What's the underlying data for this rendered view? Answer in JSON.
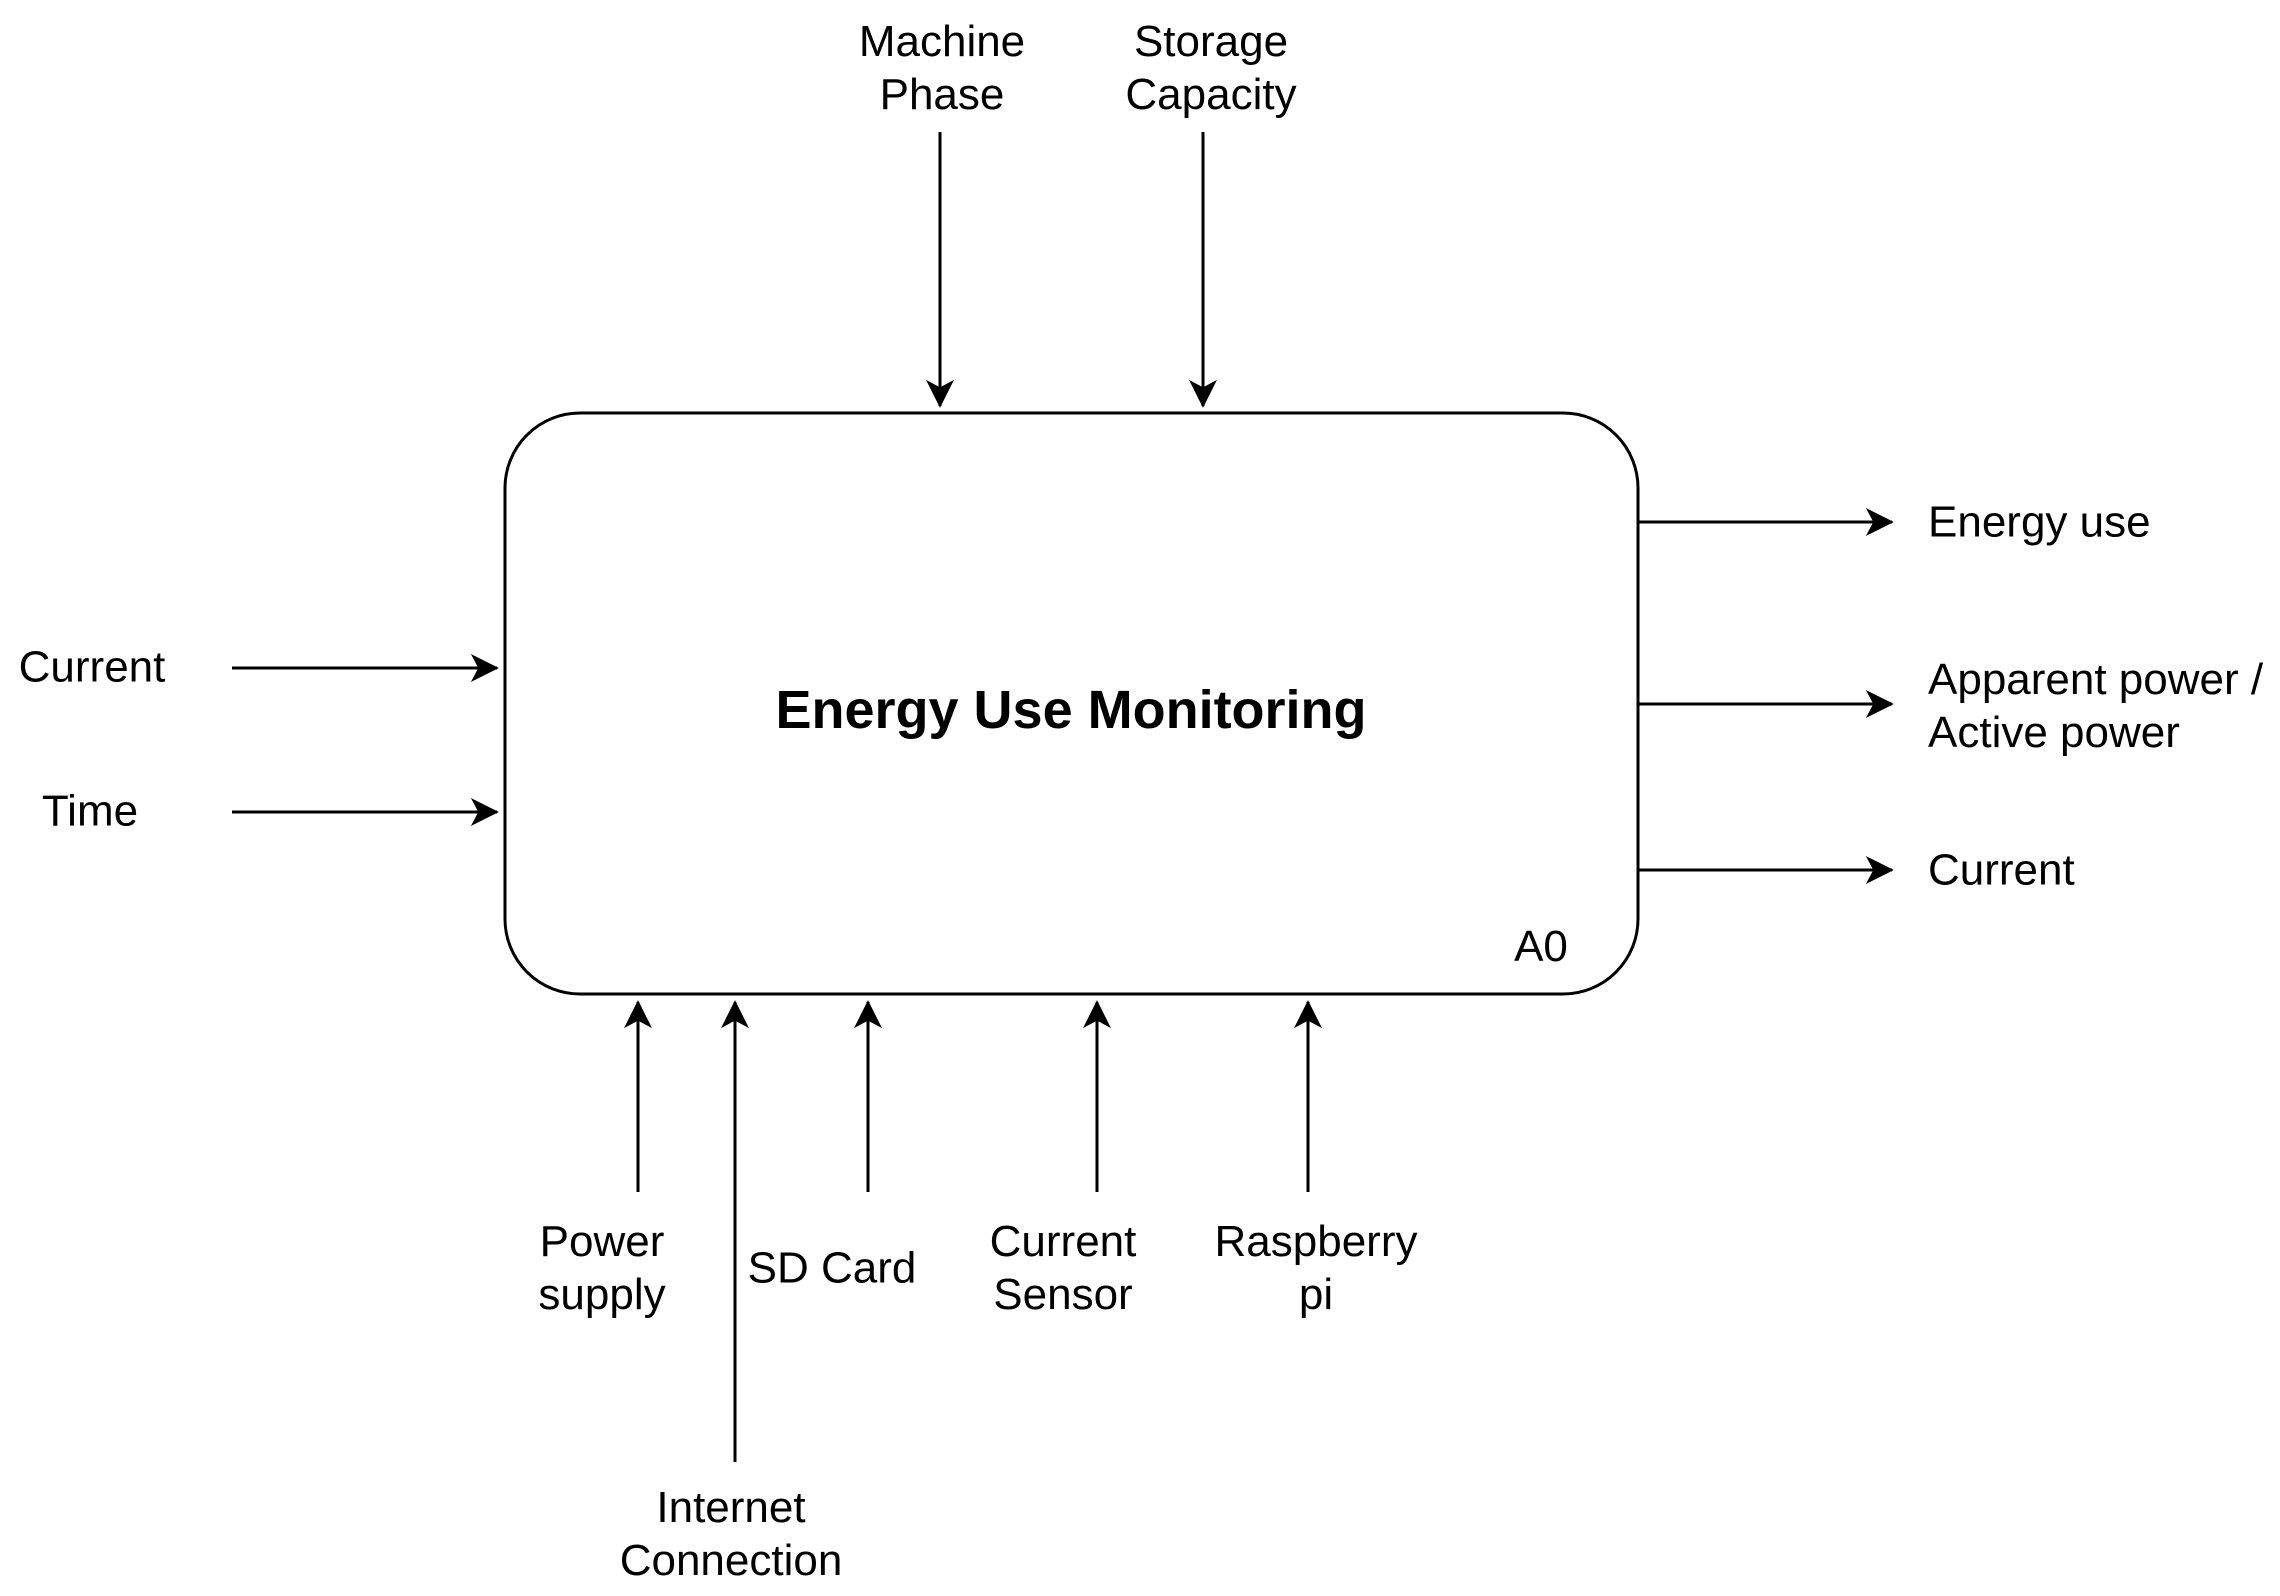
{
  "diagram": {
    "type": "IDEF0 function block",
    "box": {
      "title": "Energy Use Monitoring",
      "node_id": "A0"
    },
    "inputs": [
      {
        "label": "Current"
      },
      {
        "label": "Time"
      }
    ],
    "controls": [
      {
        "label": "Machine\nPhase"
      },
      {
        "label": "Storage\nCapacity"
      }
    ],
    "outputs": [
      {
        "label": "Energy use"
      },
      {
        "label": "Apparent power /\nActive power"
      },
      {
        "label": "Current"
      }
    ],
    "mechanisms": [
      {
        "label": "Power\nsupply"
      },
      {
        "label": "Internet\nConnection"
      },
      {
        "label": "SD Card"
      },
      {
        "label": "Current\nSensor"
      },
      {
        "label": "Raspberry\npi"
      }
    ],
    "colors": {
      "stroke": "#000000",
      "background": "#ffffff"
    }
  }
}
